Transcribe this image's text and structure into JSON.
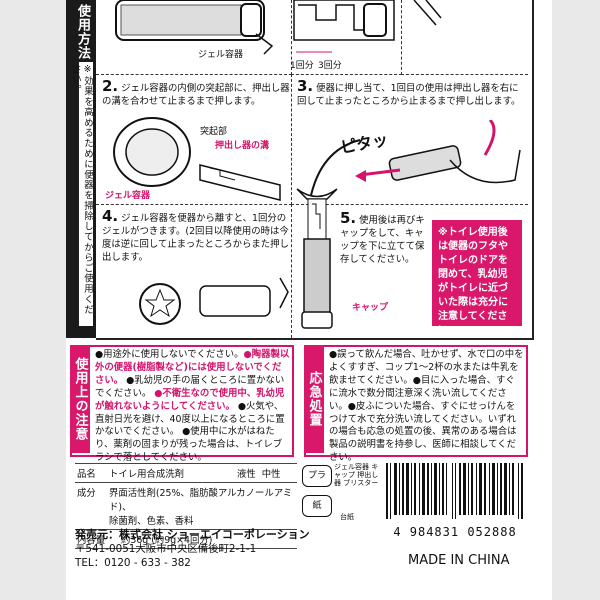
{
  "section_titles": {
    "usage_method": "使用方法",
    "usage_notes": "使用上の注意",
    "emergency": "応急処置"
  },
  "vertical_note": "※効果を高めるために便器を掃除してからご使用ください。",
  "step1_labels": {
    "gel_container": "ジェル容器",
    "once": "1回分",
    "three_times": "3回分"
  },
  "step2": {
    "number": "2.",
    "text": "ジェル容器の内側の突起部に、押出し器の溝を合わせて止まるまで押します。",
    "label_protrusion": "突起部",
    "label_groove": "押出し器の溝",
    "label_container": "ジェル容器"
  },
  "step3": {
    "number": "3.",
    "text": "便器に押し当て、1回目の使用は押出し器を右に回して止まったところから止まるまで押し出します。",
    "sound": "ピタッ"
  },
  "step4": {
    "number": "4.",
    "text": "ジェル容器を便器から離すと、1回分のジェルがつきます。(2回目以降使用の時は今度は逆に回して止まったところからまた押し出します。"
  },
  "step5": {
    "number": "5.",
    "text": "使用後は再びキャップをして、キャップを下に立てて保存してください。",
    "label_cap": "キャップ"
  },
  "pink_note": "※トイレ使用後は便器のフタやトイレのドアを閉めて、乳幼児がトイレに近づいた際は充分に注意してください。",
  "usage_notes": [
    {
      "plain": "●用途外に使用しないでください。",
      "pink": "●陶器製以外の便器(樹脂製など)には使用しないでください。"
    },
    {
      "plain": "●乳幼児の手の届くところに置かないでください。",
      "pink": ""
    },
    {
      "plain": "",
      "pink": "●不衛生なので使用中、乳幼児が触れないようにしてください。"
    },
    {
      "plain": "●火気や、直射日光を避け、40度以上になるところに置かないでください。",
      "pink": ""
    },
    {
      "plain": "●使用中に水がはねたり、薬剤の固まりが残った場合は、トイレブラシで落としてください。",
      "pink": ""
    }
  ],
  "emergency_text": "●誤って飲んだ場合、吐かせず、水で口の中をよくすすぎ、コップ1〜2杯の水または牛乳を飲ませてください。●目に入った場合、すぐに流水で数分間注意深く洗い流してください。●皮ふについた場合、すぐにせっけんをつけて水で充分洗い流してください。いずれの場合も応急の処置の後、異常のある場合は製品の説明書を持参し、医師に相談してください。",
  "spec": {
    "name_label": "品名",
    "name_value": "トイレ用合成洗剤",
    "liquid_label": "液性",
    "liquid_value": "中性",
    "ingredients_label": "成分",
    "ingredients_value_1": "界面活性剤(25%、脂肪酸アルカノールアミド)、",
    "ingredients_value_2": "除菌剤、色素、香料",
    "volume_label": "内容量",
    "volume_value": "約36g (約9g×4回分)"
  },
  "recycle": {
    "plastic_mark": "プラ",
    "items": "ジェル容器 キャップ 押出し器 ブリスター",
    "paper_mark": "紙",
    "paper_item": "台紙"
  },
  "barcode_number": "4 984831 052888",
  "made_in": "MADE IN CHINA",
  "seller": {
    "label": "発売元",
    "company": "株式会社 ショーエイコーポレーション",
    "address": "〒541-0051大阪市中央区備後町2-1-1",
    "tel": "TEL：0120 - 633 - 382"
  },
  "colors": {
    "accent": "#d9186c",
    "dark": "#1a1a1a"
  }
}
